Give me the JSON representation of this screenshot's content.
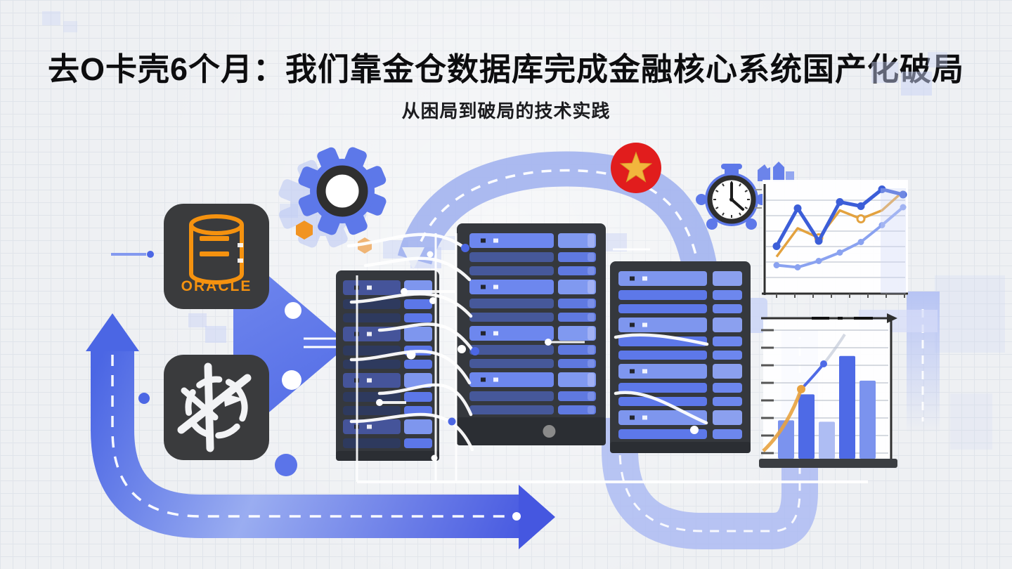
{
  "page": {
    "title": "去O卡壳6个月：我们靠金仓数据库完成金融核心系统国产化破局",
    "subtitle": "从困局到破局的技术实践"
  },
  "icons": {
    "oracle_label": "ORACLE",
    "oracle": "oracle-database-icon",
    "kingbase": "kingbase-database-icon",
    "gear": "gear-icon",
    "star_badge": "china-star-badge",
    "clock": "stopwatch-icon",
    "city": "city-bars-icon"
  },
  "colors": {
    "road_dark": "#4c67e4",
    "road_light": "#a9b8f2",
    "arch": "#9dafef",
    "accent_blue": "#5d78e9",
    "slot_light": "#8099f0",
    "orange": "#f5920f",
    "trend_orange": "#e8a23f",
    "badge_red": "#e11d1d",
    "star_gold": "#f2b53d",
    "panel_dark": "#35383d"
  },
  "chart_data": [
    {
      "type": "line",
      "title": "",
      "xlabel": "",
      "ylabel": "",
      "x": [
        1,
        2,
        3,
        4,
        5,
        6,
        7
      ],
      "ylim": [
        0,
        100
      ],
      "grid": true,
      "legend": "none",
      "series": [
        {
          "name": "dark-blue-line",
          "color": "#3c5ed8",
          "values": [
            45,
            81,
            50,
            87,
            83,
            99,
            94
          ]
        },
        {
          "name": "orange-line",
          "color": "#e3a23f",
          "values": [
            35,
            62,
            53,
            79,
            71,
            79,
            97
          ]
        },
        {
          "name": "light-blue-line",
          "color": "#8aa2f0",
          "values": [
            27,
            25,
            31,
            39,
            49,
            65,
            82
          ]
        }
      ]
    },
    {
      "type": "bar",
      "title": "",
      "xlabel": "",
      "ylabel": "",
      "categories": [
        "1",
        "2",
        "3",
        "4",
        "5"
      ],
      "values": [
        28,
        47,
        27,
        75,
        57
      ],
      "bar_colors": [
        "#7b93ee",
        "#4e6ae6",
        "#aebdf3",
        "#4e6ae6",
        "#7b93ee"
      ],
      "ylim": [
        0,
        100
      ],
      "grid": true,
      "trend_colors": [
        "#e8a23f",
        "#4e6ae6"
      ]
    }
  ]
}
